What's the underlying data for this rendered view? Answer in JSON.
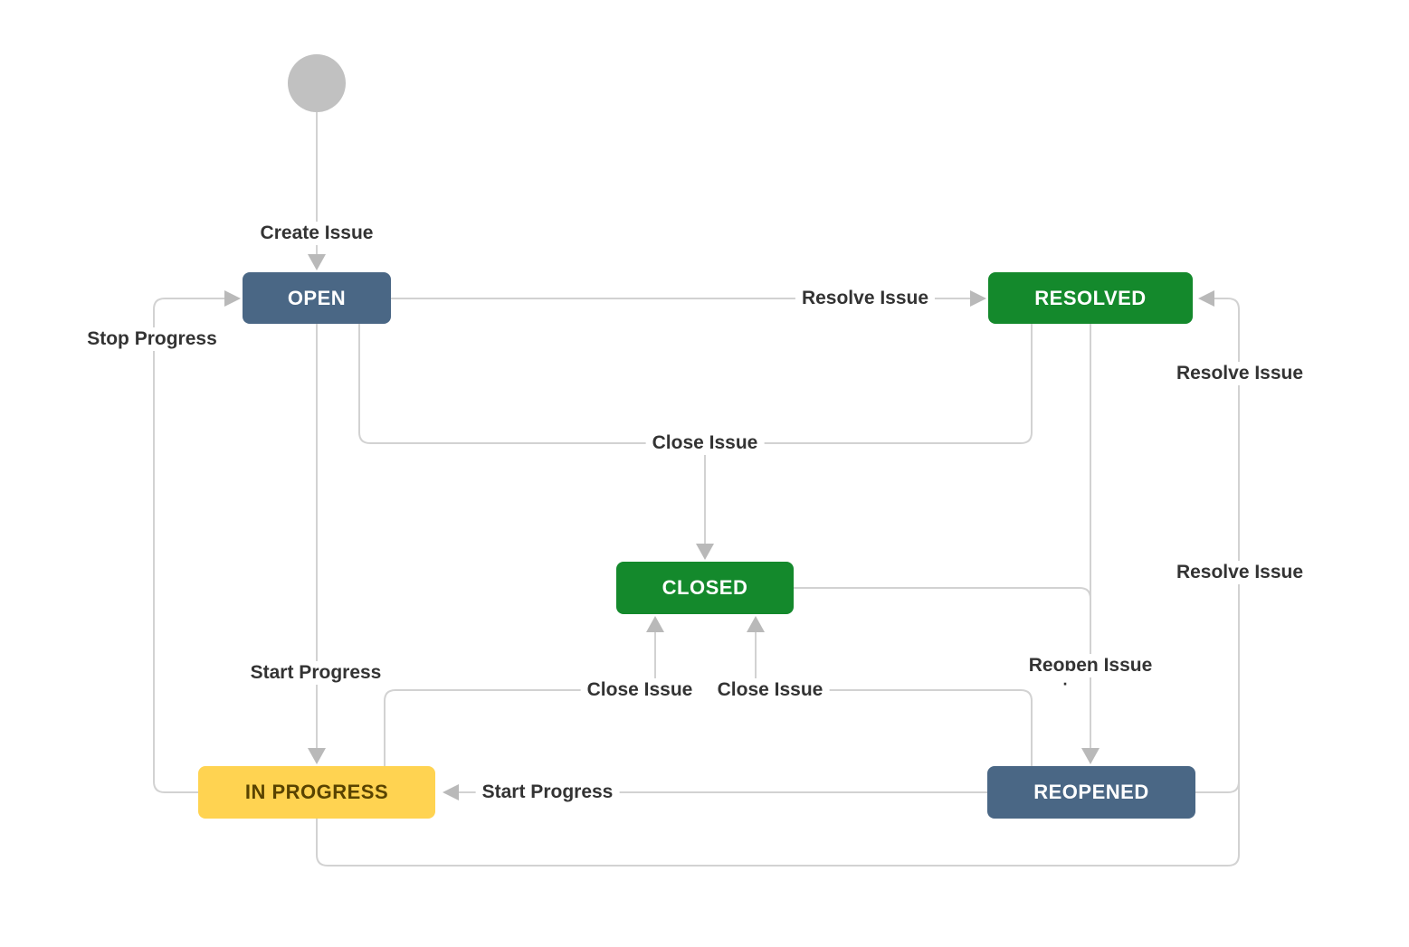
{
  "diagram_type": "issue-workflow-state-diagram",
  "colors": {
    "background": "#ffffff",
    "line": "#d2d2d2",
    "arrowhead": "#b9b9b9",
    "label_text": "#333333",
    "start_node": "#c1c1c1",
    "status_blue": "#4a6785",
    "status_green": "#14892c",
    "status_yellow": "#ffd351",
    "status_yellow_text": "#594300"
  },
  "nodes": {
    "start": {
      "shape": "circle",
      "color": "#c1c1c1"
    },
    "open": {
      "label": "OPEN",
      "color": "#4a6785",
      "text_color": "#ffffff"
    },
    "resolved": {
      "label": "RESOLVED",
      "color": "#14892c",
      "text_color": "#ffffff"
    },
    "closed": {
      "label": "CLOSED",
      "color": "#14892c",
      "text_color": "#ffffff"
    },
    "in_progress": {
      "label": "IN PROGRESS",
      "color": "#ffd351",
      "text_color": "#594300"
    },
    "reopened": {
      "label": "REOPENED",
      "color": "#4a6785",
      "text_color": "#ffffff"
    }
  },
  "transitions": {
    "create_issue": {
      "label": "Create Issue",
      "from": "start",
      "to": "open"
    },
    "resolve_issue_open": {
      "label": "Resolve Issue",
      "from": "open",
      "to": "resolved"
    },
    "close_issue_mid": {
      "label": "Close Issue",
      "from": "open, resolved",
      "to": "closed"
    },
    "stop_progress": {
      "label": "Stop Progress",
      "from": "in_progress",
      "to": "open"
    },
    "start_progress_down": {
      "label": "Start Progress",
      "from": "open",
      "to": "in_progress"
    },
    "close_issue_left": {
      "label": "Close Issue",
      "from": "in_progress",
      "to": "closed"
    },
    "close_issue_right": {
      "label": "Close Issue",
      "from": "reopened",
      "to": "closed"
    },
    "reopen_issue": {
      "label": "Reopen Issue",
      "from": "resolved, closed",
      "to": "reopened"
    },
    "reopen_issue_dot": {
      "label": "."
    },
    "start_progress_horizontal": {
      "label": "Start Progress",
      "from": "reopened",
      "to": "in_progress"
    },
    "resolve_issue_right_top": {
      "label": "Resolve Issue",
      "from": "reopened",
      "to": "resolved"
    },
    "resolve_issue_right_bottom": {
      "label": "Resolve Issue",
      "from": "in_progress",
      "to": "resolved"
    }
  }
}
